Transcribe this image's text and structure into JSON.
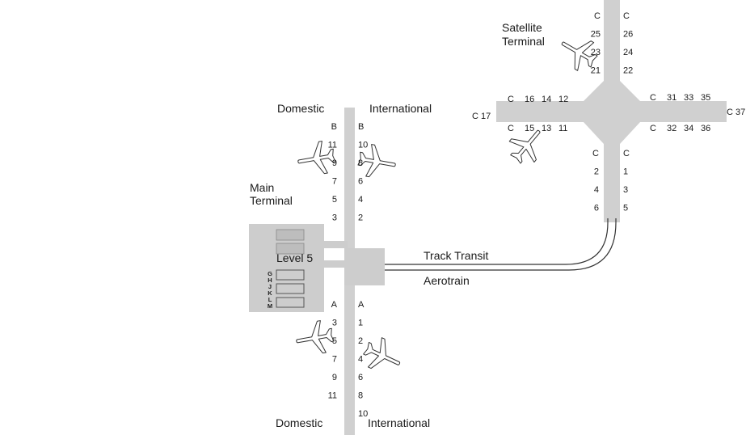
{
  "map": {
    "satellite_terminal": [
      "Satellite",
      "Terminal"
    ],
    "main_terminal": [
      "Main",
      "Terminal"
    ],
    "level": "Level 5",
    "track_transit": "Track Transit",
    "aerotrain": "Aerotrain",
    "domestic": "Domestic",
    "international": "International",
    "level_letters": [
      "G",
      "H",
      "J",
      "K",
      "L",
      "M"
    ],
    "concourse_b_domestic": [
      "B",
      "11",
      "9",
      "7",
      "5",
      "3"
    ],
    "concourse_b_international": [
      "B",
      "10",
      "8",
      "6",
      "4",
      "2"
    ],
    "concourse_a_domestic": [
      "A",
      "3",
      "5",
      "7",
      "9",
      "11"
    ],
    "concourse_a_international": [
      "A",
      "1",
      "2",
      "4",
      "6",
      "8",
      "10"
    ],
    "concourse_c_north_left": [
      "C",
      "25",
      "23",
      "21"
    ],
    "concourse_c_north_right": [
      "C",
      "26",
      "24",
      "22"
    ],
    "concourse_c_west_upper": [
      "C",
      "16",
      "14",
      "12"
    ],
    "concourse_c_west_lower": [
      "C",
      "15",
      "13",
      "11"
    ],
    "concourse_c_west_end": "C 17",
    "concourse_c_east_upper": [
      "C",
      "31",
      "33",
      "35"
    ],
    "concourse_c_east_lower": [
      "C",
      "32",
      "34",
      "36"
    ],
    "concourse_c_east_end": "C 37",
    "concourse_c_south_left": [
      "C",
      "2",
      "4",
      "6"
    ],
    "concourse_c_south_right": [
      "C",
      "1",
      "3",
      "5"
    ],
    "colors": {
      "pier": "#d0d0d0",
      "terminal": "#cdcdcd",
      "text": "#1a1a1a",
      "line": "#333333"
    }
  }
}
